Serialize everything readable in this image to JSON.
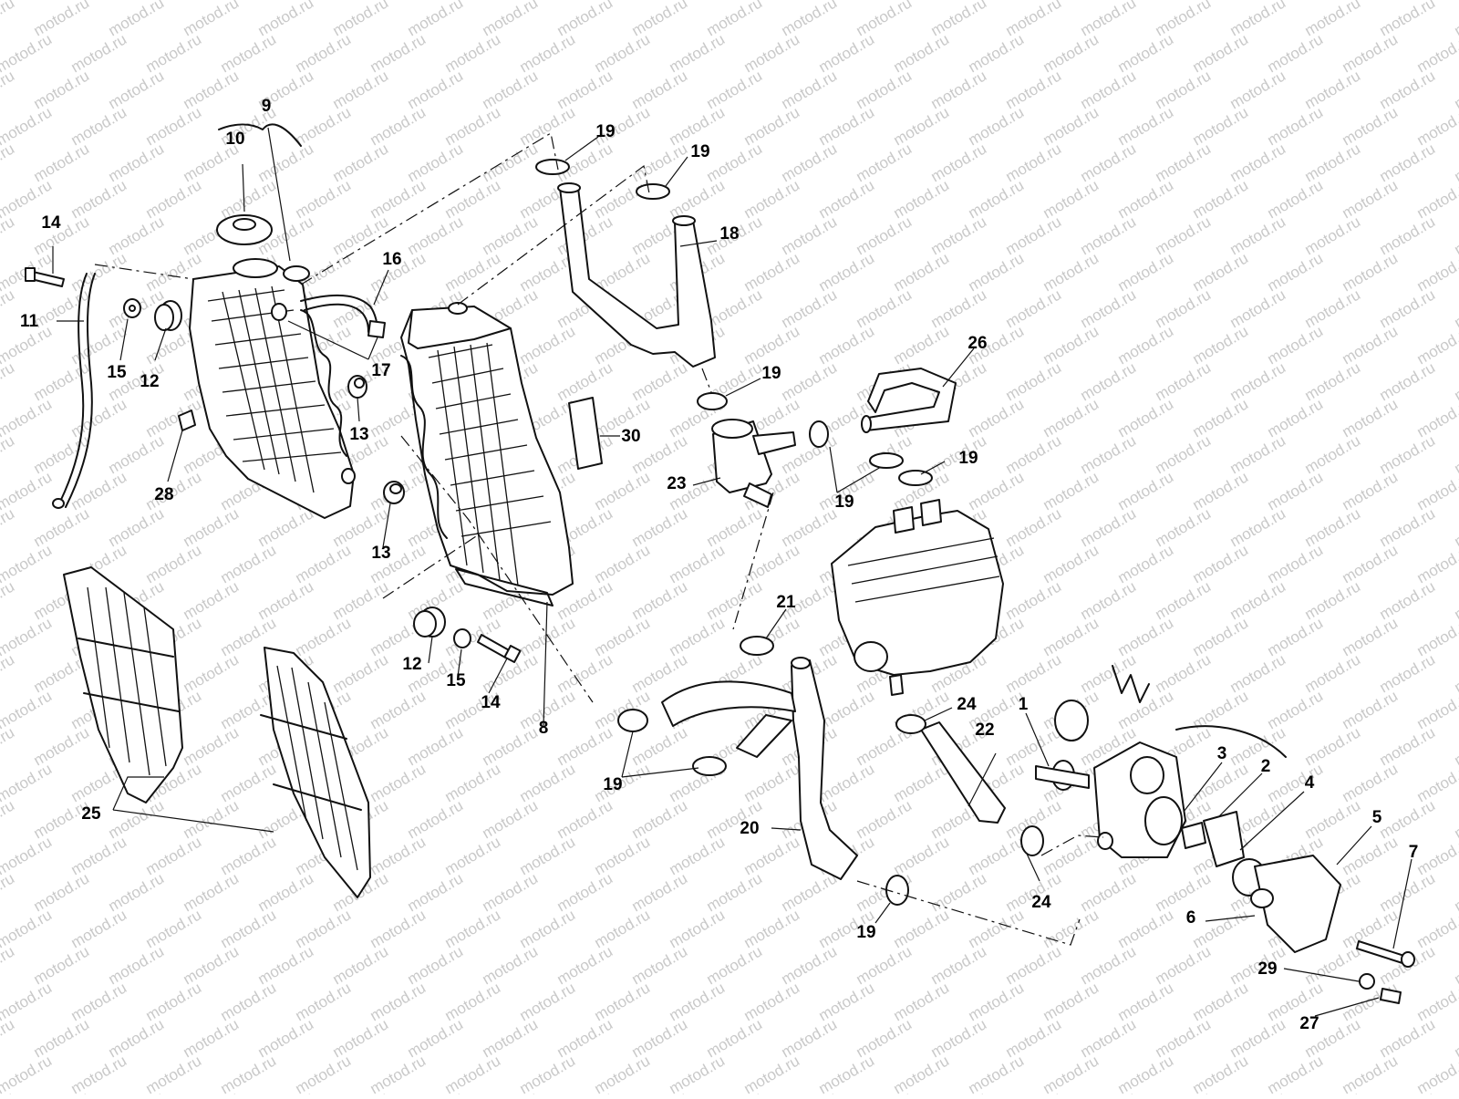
{
  "watermark": "motod.ru",
  "callouts": [
    {
      "id": "c9",
      "text": "9"
    },
    {
      "id": "c10",
      "text": "10"
    },
    {
      "id": "c14a",
      "text": "14"
    },
    {
      "id": "c11",
      "text": "11"
    },
    {
      "id": "c15a",
      "text": "15"
    },
    {
      "id": "c12a",
      "text": "12"
    },
    {
      "id": "c28",
      "text": "28"
    },
    {
      "id": "c16",
      "text": "16"
    },
    {
      "id": "c17",
      "text": "17"
    },
    {
      "id": "c13a",
      "text": "13"
    },
    {
      "id": "c13b",
      "text": "13"
    },
    {
      "id": "c12b",
      "text": "12"
    },
    {
      "id": "c15b",
      "text": "15"
    },
    {
      "id": "c14b",
      "text": "14"
    },
    {
      "id": "c8",
      "text": "8"
    },
    {
      "id": "c25",
      "text": "25"
    },
    {
      "id": "c19a",
      "text": "19"
    },
    {
      "id": "c19b",
      "text": "19"
    },
    {
      "id": "c18",
      "text": "18"
    },
    {
      "id": "c19c",
      "text": "19"
    },
    {
      "id": "c30",
      "text": "30"
    },
    {
      "id": "c23",
      "text": "23"
    },
    {
      "id": "c26",
      "text": "26"
    },
    {
      "id": "c19d",
      "text": "19"
    },
    {
      "id": "c19e",
      "text": "19"
    },
    {
      "id": "c21",
      "text": "21"
    },
    {
      "id": "c19f",
      "text": "19"
    },
    {
      "id": "c20",
      "text": "20"
    },
    {
      "id": "c24a",
      "text": "24"
    },
    {
      "id": "c22",
      "text": "22"
    },
    {
      "id": "c24b",
      "text": "24"
    },
    {
      "id": "c19g",
      "text": "19"
    },
    {
      "id": "c1",
      "text": "1"
    },
    {
      "id": "c3",
      "text": "3"
    },
    {
      "id": "c2",
      "text": "2"
    },
    {
      "id": "c4",
      "text": "4"
    },
    {
      "id": "c5",
      "text": "5"
    },
    {
      "id": "c7",
      "text": "7"
    },
    {
      "id": "c6",
      "text": "6"
    },
    {
      "id": "c29",
      "text": "29"
    },
    {
      "id": "c27",
      "text": "27"
    }
  ]
}
